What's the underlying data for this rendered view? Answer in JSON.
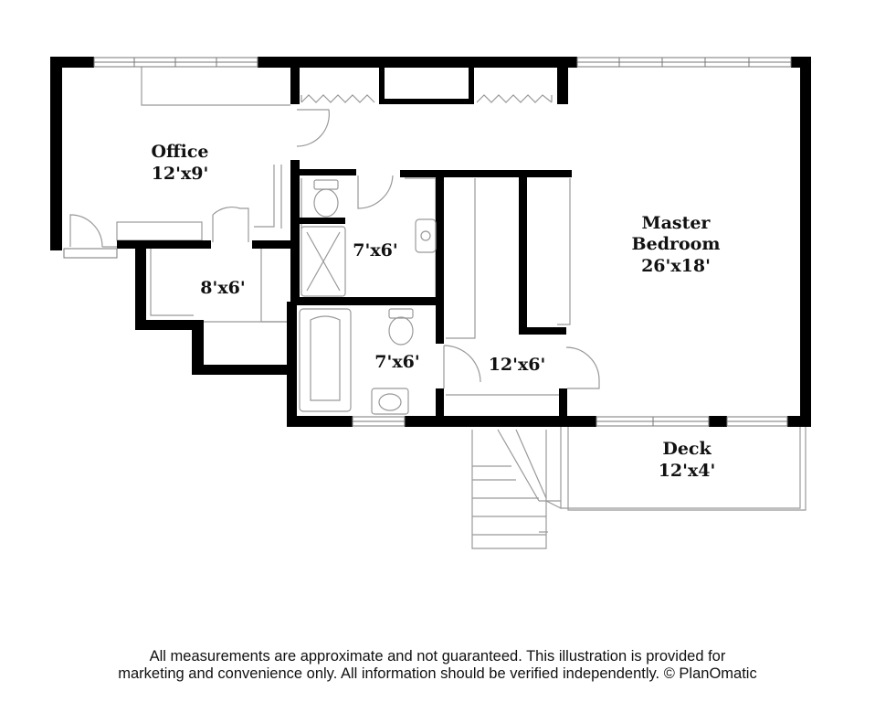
{
  "rooms": {
    "office": {
      "name": "Office",
      "size": "12'x9'"
    },
    "closet": {
      "size": "8'x6'"
    },
    "bath_upper": {
      "size": "7'x6'"
    },
    "bath_lower": {
      "size": "7'x6'"
    },
    "hall_closet": {
      "size": "12'x6'"
    },
    "master": {
      "name_line1": "Master",
      "name_line2": "Bedroom",
      "size": "26'x18'"
    },
    "deck": {
      "name": "Deck",
      "size": "12'x4'"
    }
  },
  "disclaimer": {
    "line1": "All measurements are approximate and not guaranteed. This illustration is provided for",
    "line2": "marketing and convenience only. All information should be verified independently. © PlanOmatic"
  }
}
